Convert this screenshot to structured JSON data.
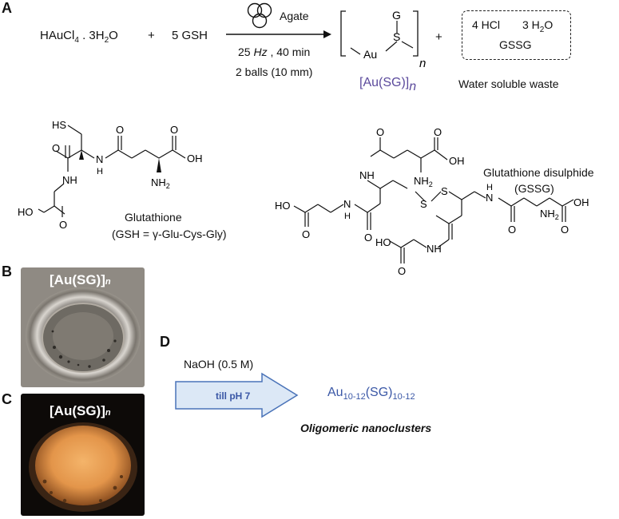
{
  "panels": {
    "a": "A",
    "b": "B",
    "c": "C",
    "d": "D"
  },
  "reaction": {
    "reactant1_main": "HAuCl",
    "reactant1_sub": "4",
    "reactant1_rest": " . 3H",
    "reactant1_sub2": "2",
    "reactant1_end": "O",
    "plus1": "+",
    "reactant2": "5 GSH",
    "mill_label": "Agate",
    "freq_value": "25 ",
    "freq_unit": "Hz",
    "time": " , 40 min",
    "balls": "2 balls (10 mm)",
    "product_au": "Au",
    "product_s": "S",
    "product_g": "G",
    "product_n": "n",
    "product_formula": "[Au(SG)]",
    "product_formula_n": "n",
    "plus2": "+",
    "waste_hcl": "4 HCl",
    "waste_h2o_pre": "3  H",
    "waste_h2o_sub": "2",
    "waste_h2o_end": "O",
    "waste_gssg": "GSSG",
    "waste_caption": "Water soluble waste"
  },
  "glutathione": {
    "name": "Glutathione",
    "formula": "(GSH = γ-Glu-Cys-Gly)",
    "atoms": {
      "hs": "HS",
      "o": "O",
      "n": "N",
      "h": "H",
      "nh": "NH",
      "oh": "OH",
      "nh2": "NH",
      "nh2_sub": "2",
      "ho": "HO"
    }
  },
  "gssg": {
    "name": "Glutathione disulphide",
    "abbr": "(GSSG)",
    "atoms": {
      "o": "O",
      "n": "N",
      "h": "H",
      "nh": "NH",
      "oh": "OH",
      "nh2": "NH",
      "nh2_sub": "2",
      "ho": "HO",
      "s": "S"
    }
  },
  "photo_b": {
    "label": "[Au(SG)]",
    "n": "n"
  },
  "photo_c": {
    "label": "[Au(SG)]",
    "n": "n"
  },
  "panel_d": {
    "reagent": "NaOH (0.5 M)",
    "arrow_text": "till pH  7",
    "product_au": "Au",
    "product_sub1": "10-12",
    "product_mid": "(SG)",
    "product_sub2": "10-12",
    "caption": "Oligomeric nanoclusters"
  },
  "colors": {
    "purple": "#5b4a9c",
    "blue": "#3a57a6",
    "arrow_fill": "#dce8f6",
    "arrow_stroke": "#4a73b8"
  }
}
